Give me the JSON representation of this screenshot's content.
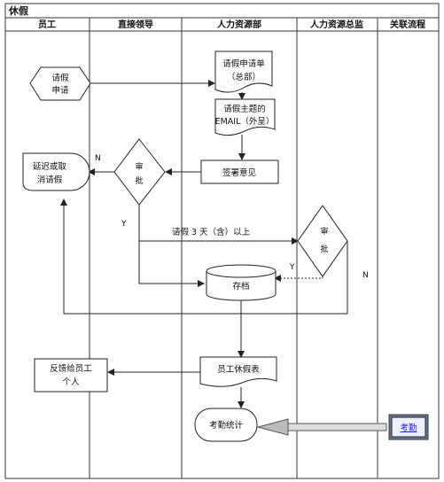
{
  "title": "休假",
  "lanes": [
    "员工",
    "直接领导",
    "人力资源部",
    "人力资源总监",
    "关联流程"
  ],
  "nodes": {
    "leave_request": [
      "请假",
      "申请"
    ],
    "leave_form": [
      "请假申请单",
      "（总部）"
    ],
    "leave_email": [
      "请假主题的",
      "EMAIL（外呈）"
    ],
    "sign_opinion": "签署意见",
    "approve_manager": [
      "审",
      "批"
    ],
    "delay_cancel": [
      "延迟或取",
      "消请假"
    ],
    "approve_director": [
      "审",
      "批"
    ],
    "archive": "存档",
    "leave_table": "员工休假表",
    "feedback": [
      "反馈给员工",
      "个人"
    ],
    "attendance_stats": "考勤统计",
    "attendance_link": "考勤"
  },
  "edge_labels": {
    "n1": "N",
    "y1": "Y",
    "over3": "请假 3 天（含）以上",
    "y2": "Y",
    "n2": "N"
  }
}
